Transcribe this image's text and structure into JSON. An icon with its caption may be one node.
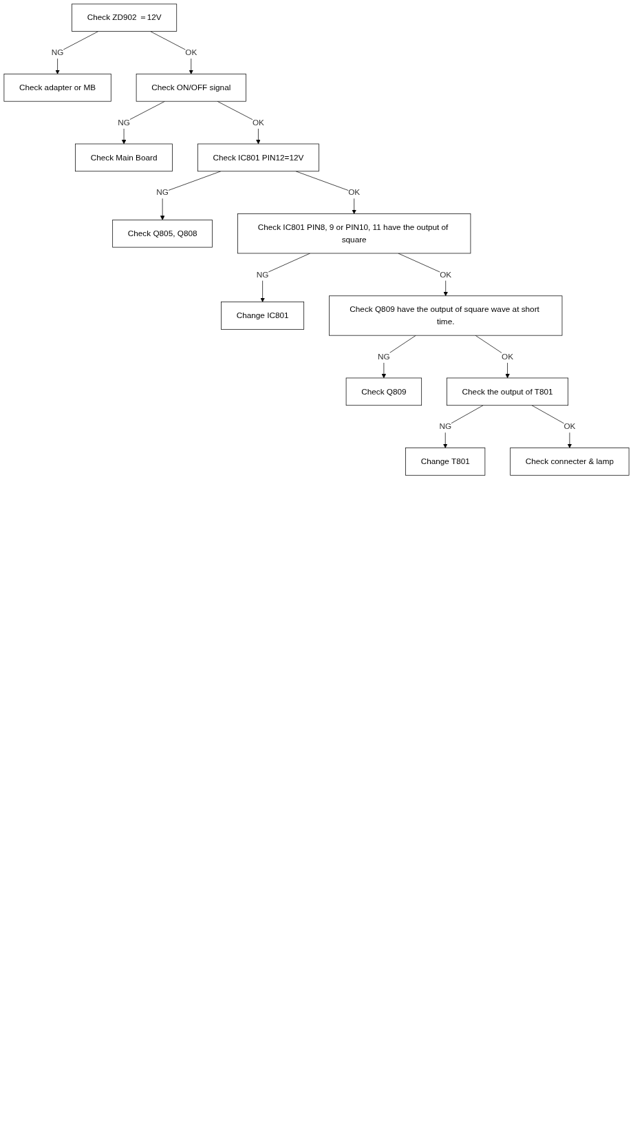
{
  "diagram": {
    "nodes": [
      {
        "text": [
          "Check ZD902 ＝12V"
        ]
      },
      {
        "text": [
          "Check adapter or MB"
        ]
      },
      {
        "text": [
          "Check ON/OFF signal"
        ]
      },
      {
        "text": [
          "Check Main Board"
        ]
      },
      {
        "text": [
          "Check IC801 PIN12=12V"
        ]
      },
      {
        "text": [
          "Check Q805, Q808"
        ]
      },
      {
        "text": [
          "Check IC801 PIN8, 9 or PIN10, 11 have the output of square"
        ]
      },
      {
        "text": [
          "Change IC801"
        ]
      },
      {
        "text": [
          "Check Q809 have the output of square wave at short time."
        ]
      },
      {
        "text": [
          "Check Q809"
        ]
      },
      {
        "text": [
          "Check the output of T801"
        ]
      },
      {
        "text": [
          "Change T801"
        ]
      },
      {
        "text": [
          "Check connecter & lamp"
        ]
      }
    ],
    "edges": [
      {
        "from": 0,
        "to": 1,
        "arrow": "to",
        "label": "NG"
      },
      {
        "from": 0,
        "to": 2,
        "arrow": "to",
        "label": "OK"
      },
      {
        "from": 2,
        "to": 3,
        "arrow": "to",
        "label": "NG"
      },
      {
        "from": 2,
        "to": 4,
        "arrow": "to",
        "label": "OK"
      },
      {
        "from": 4,
        "to": 5,
        "arrow": "to",
        "label": "NG"
      },
      {
        "from": 4,
        "to": 6,
        "arrow": "to",
        "label": "OK"
      },
      {
        "from": 6,
        "to": 7,
        "arrow": "to",
        "label": "NG"
      },
      {
        "from": 6,
        "to": 8,
        "arrow": "to",
        "label": "OK"
      },
      {
        "from": 8,
        "to": 9,
        "arrow": "to",
        "label": "NG"
      },
      {
        "from": 8,
        "to": 10,
        "arrow": "to",
        "label": "OK"
      },
      {
        "from": 10,
        "to": 11,
        "arrow": "to",
        "label": "NG"
      },
      {
        "from": 10,
        "to": 12,
        "arrow": "to",
        "label": "OK"
      }
    ]
  }
}
